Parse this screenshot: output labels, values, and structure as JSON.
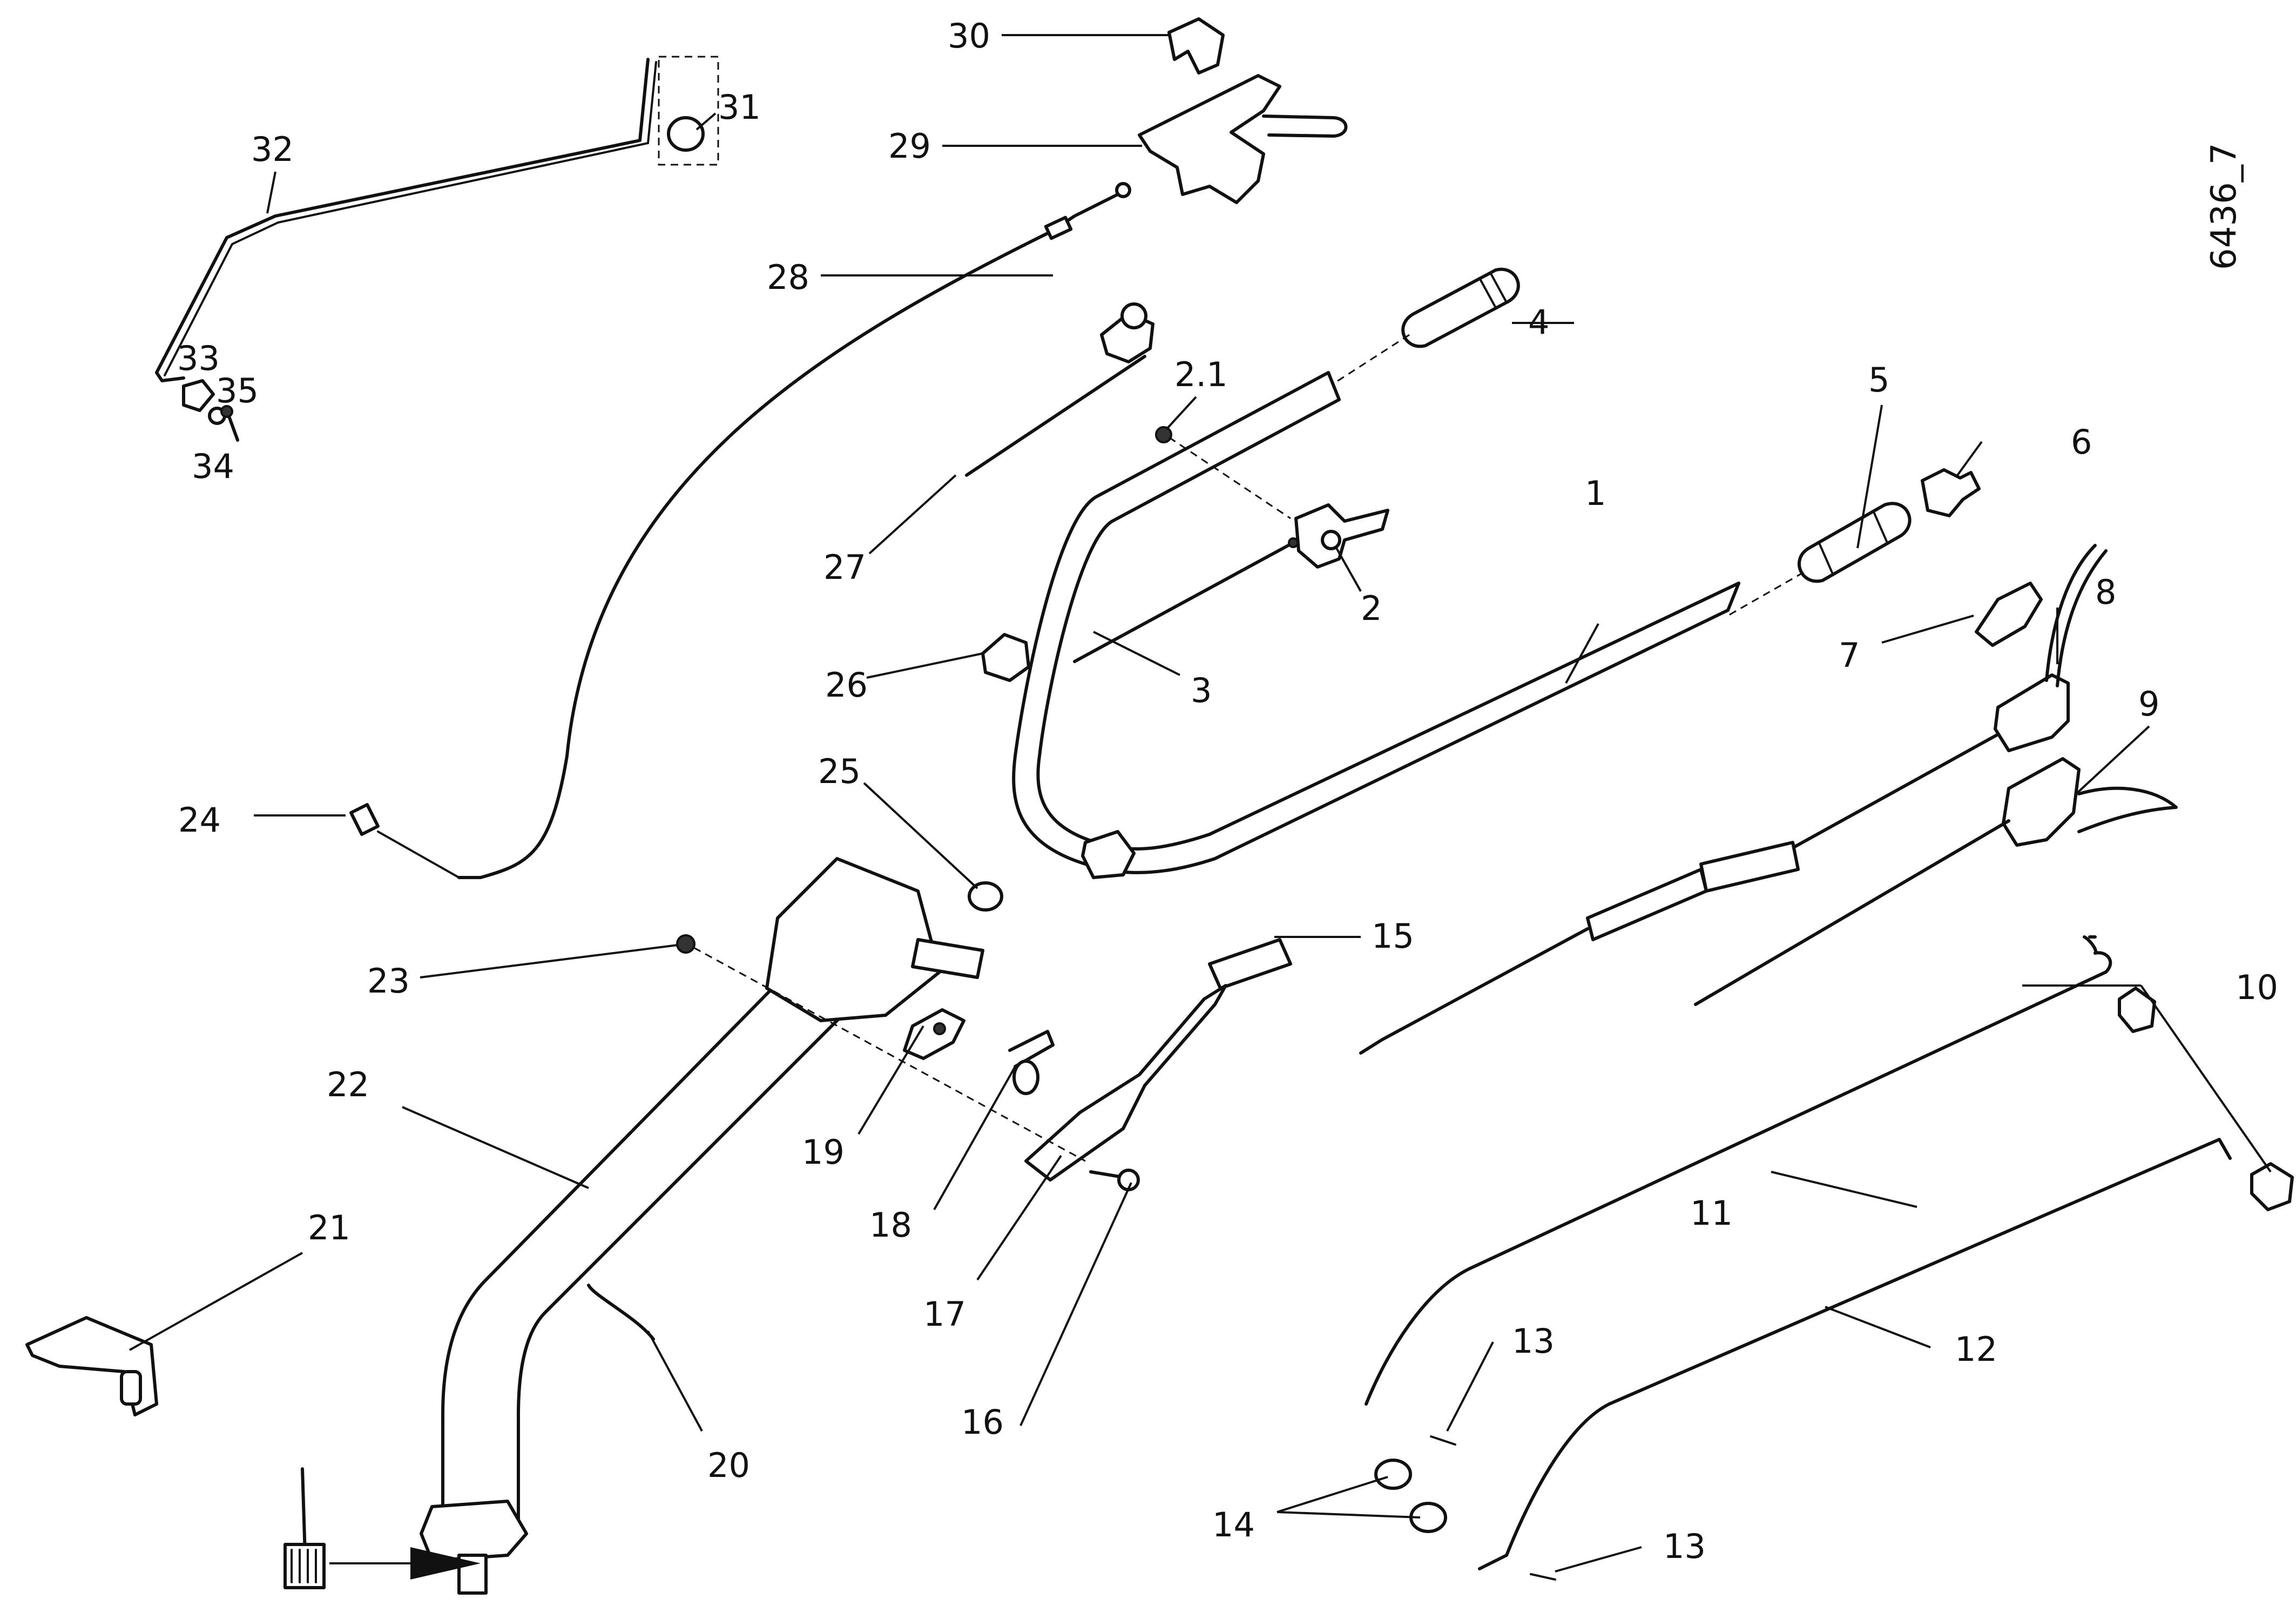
{
  "drawing_code": "6436_7",
  "callouts": {
    "c1": "1",
    "c2": "2",
    "c2_1": "2.1",
    "c3": "3",
    "c4": "4",
    "c5": "5",
    "c6": "6",
    "c7": "7",
    "c8": "8",
    "c9": "9",
    "c10": "10",
    "c11": "11",
    "c12": "12",
    "c13a": "13",
    "c13b": "13",
    "c14": "14",
    "c15": "15",
    "c16": "16",
    "c17": "17",
    "c18": "18",
    "c19": "19",
    "c20": "20",
    "c21": "21",
    "c22": "22",
    "c23": "23",
    "c24": "24",
    "c25": "25",
    "c26": "26",
    "c27": "27",
    "c28": "28",
    "c29": "29",
    "c30": "30",
    "c31": "31",
    "c32": "32",
    "c33": "33",
    "c34": "34",
    "c35": "35"
  }
}
